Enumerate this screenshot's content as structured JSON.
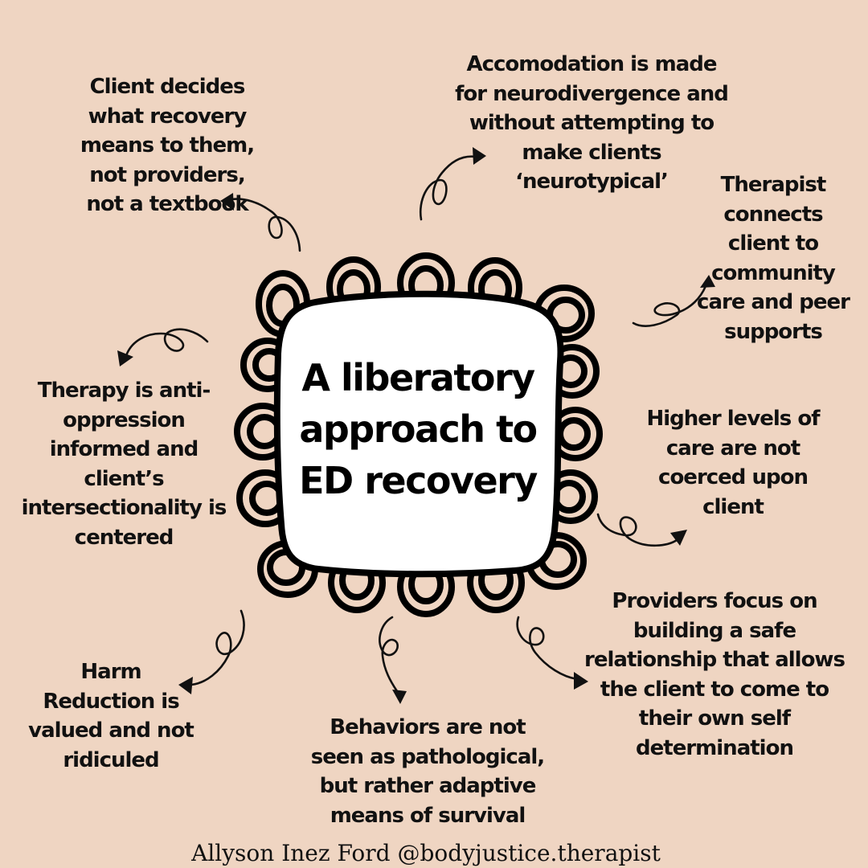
{
  "center_title": [
    "A liberatory",
    "approach to",
    "ED recovery"
  ],
  "notes": {
    "client_decides": [
      "Client decides",
      "what recovery",
      "means to them,",
      "not providers,",
      "not a textbook"
    ],
    "accomodation": [
      "Accomodation is made",
      "for neurodivergence and",
      "without attempting to",
      "make clients",
      "‘neurotypical’"
    ],
    "community": [
      "Therapist",
      "connects",
      "client to",
      "community",
      "care and peer",
      "supports"
    ],
    "anti_oppression": [
      "Therapy is anti-",
      "oppression",
      "informed and",
      "client’s",
      "intersectionality is",
      "centered"
    ],
    "higher_care": [
      "Higher levels of",
      "care are not",
      "coerced upon",
      "client"
    ],
    "harm_reduction": [
      "Harm",
      "Reduction is",
      "valued and not",
      "ridiculed"
    ],
    "behaviors": [
      "Behaviors are not",
      "seen as pathological,",
      "but rather adaptive",
      "means of survival"
    ],
    "providers": [
      "Providers focus on",
      "building a safe",
      "relationship that allows",
      "the client to come to",
      "their own self",
      "determination"
    ]
  },
  "credit": "Allyson Inez Ford @bodyjustice.therapist",
  "colors": {
    "background": "#EFD5C2",
    "ink": "#111111",
    "frame_fill": "#FFFFFF"
  }
}
